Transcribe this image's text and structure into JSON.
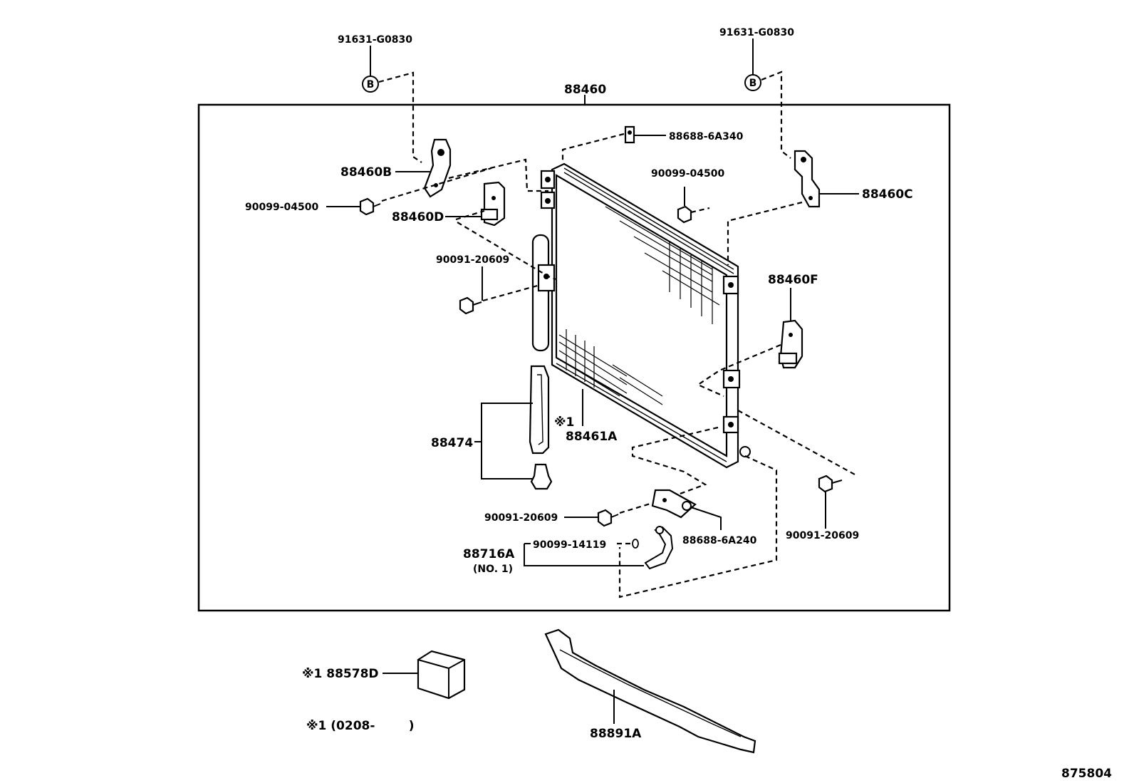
{
  "diagram": {
    "labels": {
      "p91631_left": "91631-G0830",
      "p91631_right": "91631-G0830",
      "bolt_left": "B",
      "bolt_right": "B",
      "p88460": "88460",
      "p88688_6a340": "88688-6A340",
      "p88460b": "88460B",
      "p90099_04500_left": "90099-04500",
      "p90099_04500_right": "90099-04500",
      "p88460d": "88460D",
      "p88460c": "88460C",
      "p90091_20609_a": "90091-20609",
      "p88460f": "88460F",
      "note_mark": "※1",
      "p88461a": "88461A",
      "p88474": "88474",
      "p90091_20609_b": "90091-20609",
      "p88688_6a240": "88688-6A240",
      "p90091_20609_c": "90091-20609",
      "p88716a": "88716A",
      "p88716a_sub": "(NO. 1)",
      "p90099_14119": "90099-14119",
      "p88578d": "※1 88578D",
      "note_range": "※1 (0208-        )",
      "p88891a": "88891A",
      "diagram_id": "875804"
    }
  }
}
